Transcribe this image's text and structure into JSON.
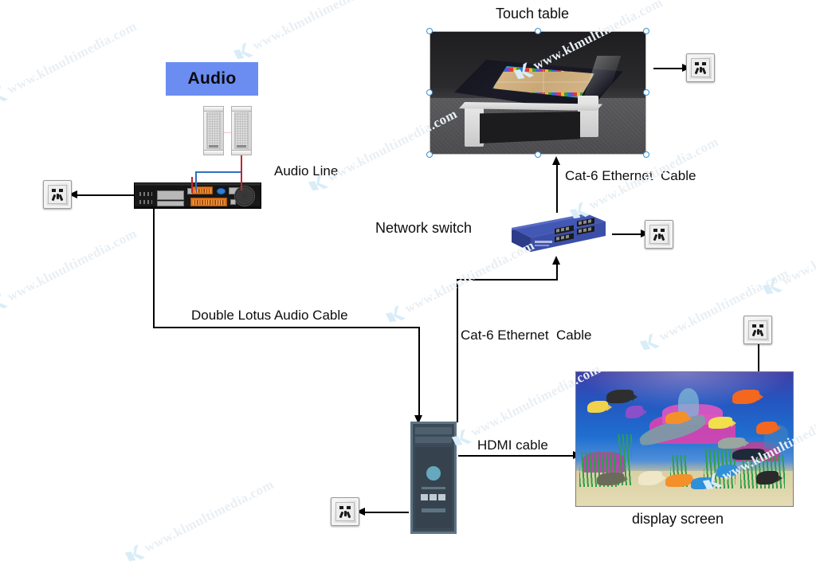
{
  "diagram": {
    "title_labels": {
      "touch_table": "Touch table",
      "audio_banner": "Audio",
      "network_switch": "Network switch",
      "display_screen": "display screen"
    },
    "cable_labels": {
      "audio_line": "Audio Line",
      "cat6_top": "Cat-6 Ethernet  Cable",
      "cat6_bottom": "Cat-6 Ethernet  Cable",
      "double_lotus": "Double Lotus Audio Cable",
      "hdmi": "HDMI cable"
    },
    "devices": [
      {
        "name": "audio-banner",
        "label": "Audio"
      },
      {
        "name": "column-speakers",
        "label": ""
      },
      {
        "name": "power-amplifier",
        "label": ""
      },
      {
        "name": "touch-table",
        "label": "Touch table"
      },
      {
        "name": "network-switch",
        "label": "Network switch"
      },
      {
        "name": "pc-tower",
        "label": ""
      },
      {
        "name": "display-screen",
        "label": "display screen"
      }
    ],
    "power_outlets": [
      {
        "name": "outlet-amplifier",
        "icon": "power-socket-icon"
      },
      {
        "name": "outlet-touch-table",
        "icon": "power-socket-icon"
      },
      {
        "name": "outlet-network-switch",
        "icon": "power-socket-icon"
      },
      {
        "name": "outlet-display-screen",
        "icon": "power-socket-icon"
      },
      {
        "name": "outlet-pc-tower",
        "icon": "power-socket-icon"
      }
    ],
    "colors": {
      "audio_banner_bg": "#6b8df2",
      "switch_body": "#3b4fa8",
      "pc_body": "#3c4a58",
      "wire": "#000000",
      "watermark": "#e9eff4",
      "accent_red_wire": "#c0272d",
      "accent_blue_wire": "#2f6fc4"
    },
    "watermark": {
      "text": "www.klmultimedia.com",
      "logo": "k-logo-icon"
    }
  }
}
